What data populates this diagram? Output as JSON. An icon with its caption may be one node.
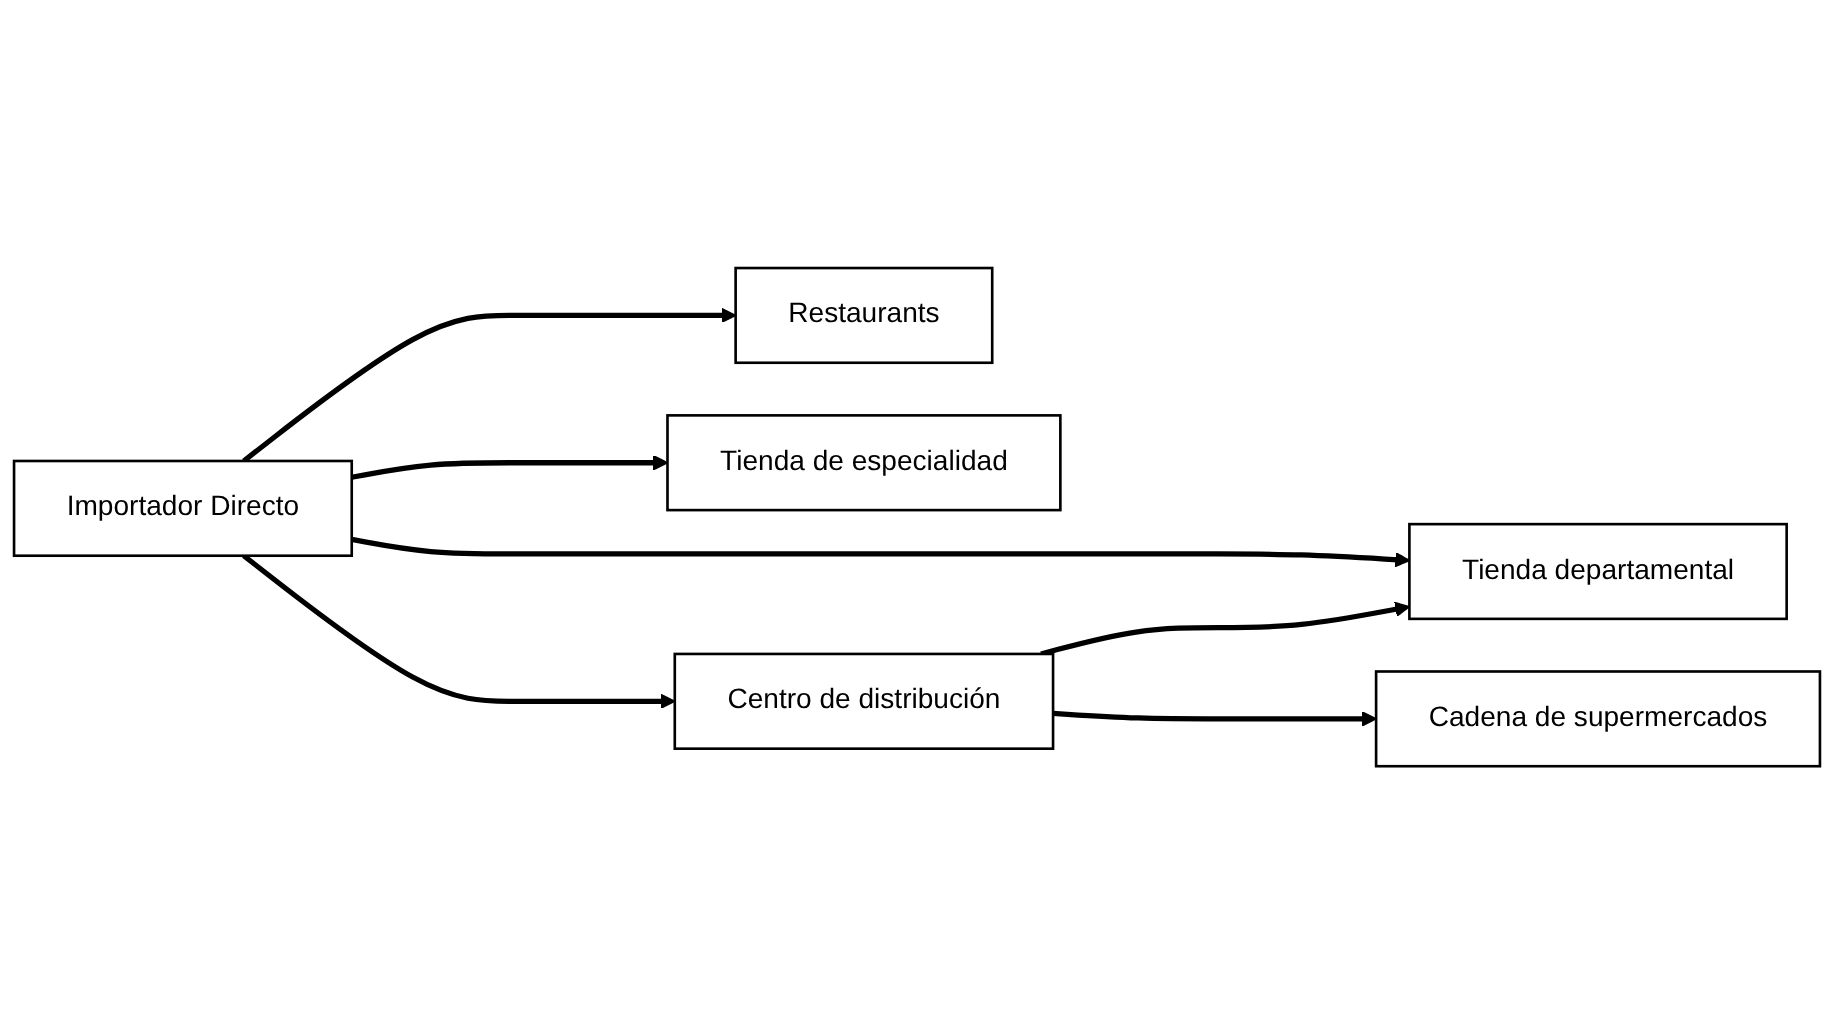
{
  "diagram": {
    "nodes": [
      {
        "text": [
          "Importador Directo"
        ]
      },
      {
        "text": [
          "Restaurants"
        ]
      },
      {
        "text": [
          "Tienda de especialidad"
        ]
      },
      {
        "text": [
          "Centro de distribución"
        ]
      },
      {
        "text": [
          "Tienda departamental"
        ]
      },
      {
        "text": [
          "Cadena de supermercados"
        ]
      }
    ],
    "edges": [
      {
        "from": 0,
        "to": 1,
        "arrow": "to"
      },
      {
        "from": 0,
        "to": 2,
        "arrow": "to"
      },
      {
        "from": 0,
        "to": 4,
        "arrow": "to"
      },
      {
        "from": 0,
        "to": 3,
        "arrow": "to"
      },
      {
        "from": 3,
        "to": 4,
        "arrow": "to"
      },
      {
        "from": 3,
        "to": 5,
        "arrow": "to"
      }
    ]
  }
}
